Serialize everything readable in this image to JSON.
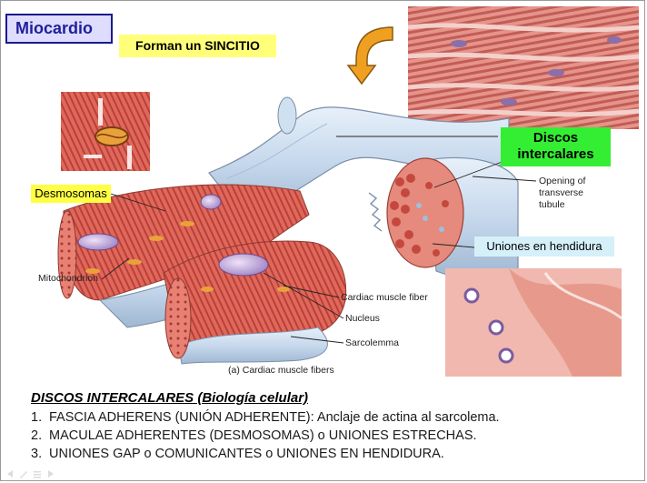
{
  "title": "Miocardio",
  "subtitle_box": "Forman un SINCITIO",
  "callouts": {
    "discos_line1": "Discos",
    "discos_line2": "intercalares",
    "desmosomas": "Desmosomas",
    "uniones": "Uniones en hendidura"
  },
  "figure_labels": {
    "opening_line1": "Opening of",
    "opening_line2": "transverse",
    "opening_line3": "tubule",
    "mitochondrion": "Mitochondrion",
    "cardiac_fiber": "Cardiac muscle fiber",
    "nucleus": "Nucleus",
    "sarcolemma": "Sarcolemma",
    "caption": "(a) Cardiac muscle fibers"
  },
  "list": {
    "heading": "DISCOS INTERCALARES (Biología celular)",
    "items": [
      {
        "num": "1.",
        "text": "FASCIA ADHERENS (UNIÓN ADHERENTE): Anclaje de actina al sarcolema."
      },
      {
        "num": "2.",
        "text": "MACULAE ADHERENTES (DESMOSOMAS) o UNIONES ESTRECHAS."
      },
      {
        "num": "3.",
        "text": "UNIONES GAP o COMUNICANTES o UNIONES EN HENDIDURA."
      }
    ]
  },
  "icons": [
    "arrow-curved-down-icon",
    "nav-back-icon",
    "nav-pen-icon",
    "nav-menu-icon",
    "nav-forward-icon"
  ],
  "colors": {
    "title_bg": "#dedcff",
    "title_text": "#1f1f99",
    "highlight_yellow": "#ffff7a",
    "highlight_green": "#33ee33",
    "highlight_blue": "#d6f0fa",
    "arrow_orange": "#f0a020",
    "muscle_red": "#d9604f",
    "sarcolemma_blue": "#c9dcef"
  }
}
